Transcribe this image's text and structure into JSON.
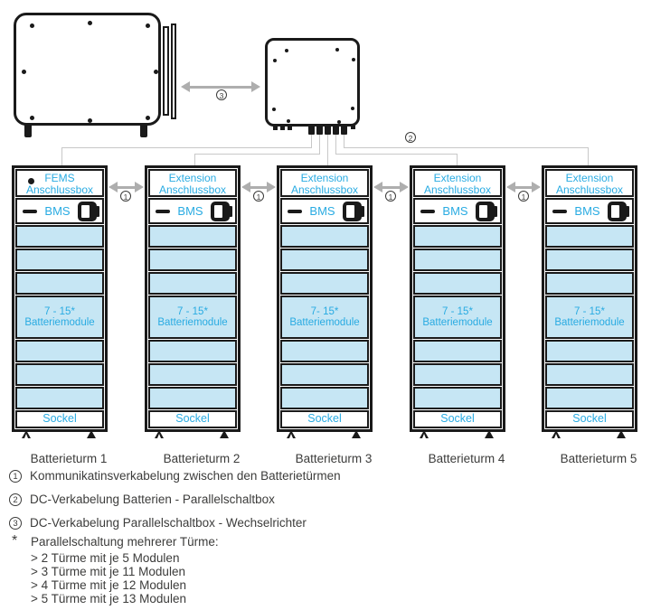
{
  "diagram": {
    "callout1": "1",
    "callout2": "2",
    "callout3": "3"
  },
  "towers": [
    {
      "box_line1": "FEMS",
      "box_line2": "Anschlussbox",
      "bms_label": "BMS",
      "modules_line1": "7 - 15*",
      "modules_line2": "Batteriemodule",
      "sockel_label": "Sockel",
      "caption": "Batterieturm 1"
    },
    {
      "box_line1": "Extension",
      "box_line2": "Anschlussbox",
      "bms_label": "BMS",
      "modules_line1": "7 - 15*",
      "modules_line2": "Batteriemodule",
      "sockel_label": "Sockel",
      "caption": "Batterieturm 2"
    },
    {
      "box_line1": "Extension",
      "box_line2": "Anschlussbox",
      "bms_label": "BMS",
      "modules_line1": "7- 15*",
      "modules_line2": "Batteriemodule",
      "sockel_label": "Sockel",
      "caption": "Batterieturm 3"
    },
    {
      "box_line1": "Extension",
      "box_line2": "Anschlussbox",
      "bms_label": "BMS",
      "modules_line1": "7 - 15*",
      "modules_line2": "Batteriemodule",
      "sockel_label": "Sockel",
      "caption": "Batterieturm 4"
    },
    {
      "box_line1": "Extension",
      "box_line2": "Anschlussbox",
      "bms_label": "BMS",
      "modules_line1": "7 - 15*",
      "modules_line2": "Batteriemodule",
      "sockel_label": "Sockel",
      "caption": "Batterieturm 5"
    }
  ],
  "legend": [
    {
      "num": "1",
      "text": "Kommunikatinsverkabelung zwischen den Batterietürmen"
    },
    {
      "num": "2",
      "text": "DC-Verkabelung Batterien - Parallelschaltbox"
    },
    {
      "num": "3",
      "text": "DC-Verkabelung Parallelschaltbox - Wechselrichter"
    }
  ],
  "footnote": {
    "marker": "*",
    "title": "Parallelschaltung mehrerer Türme:",
    "items": [
      "> 2 Türme mit je 5 Modulen",
      "> 3 Türme mit je 11 Modulen",
      "> 4 Türme mit je 12 Modulen",
      "> 5 Türme mit je 13 Modulen"
    ]
  },
  "colors": {
    "accent": "#29abe2",
    "module_fill": "#c6e6f4",
    "outline": "#1a1a1a",
    "wire": "#c8c8c8",
    "arrow": "#aeaeae",
    "text": "#3c3c3b"
  }
}
